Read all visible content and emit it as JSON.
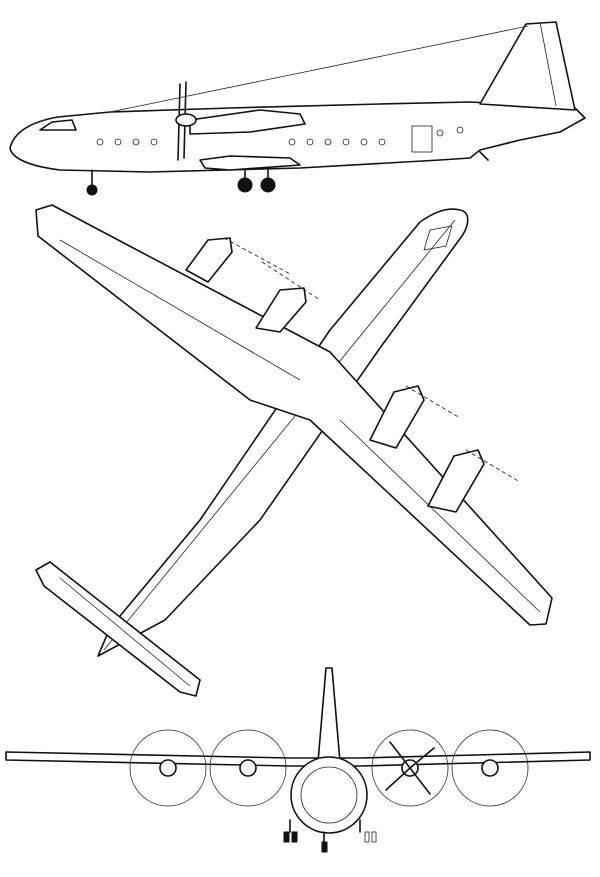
{
  "drawing": {
    "views": [
      "side",
      "top",
      "front"
    ],
    "line_color": "#111111",
    "paper_color": "#ffffff"
  }
}
